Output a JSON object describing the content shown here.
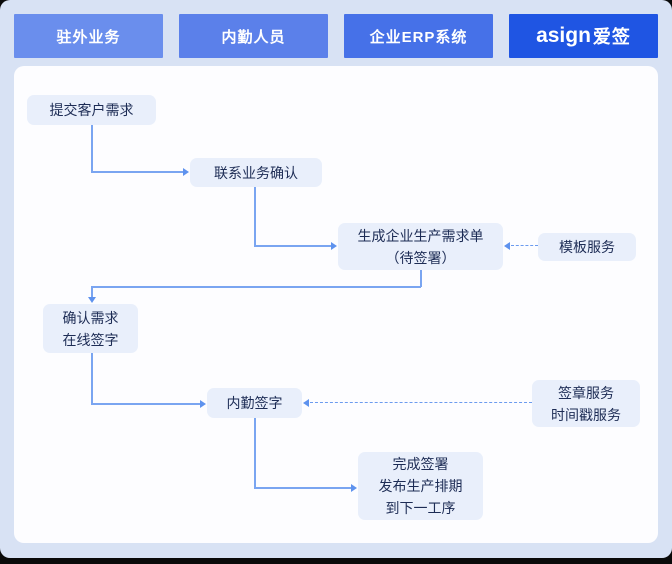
{
  "header": {
    "lanes": [
      {
        "id": "field-business",
        "label": "驻外业务",
        "color": "#6a8eed"
      },
      {
        "id": "internal-staff",
        "label": "内勤人员",
        "color": "#5b80ea"
      },
      {
        "id": "erp-system",
        "label": "企业ERP系统",
        "color": "#4671e8"
      },
      {
        "id": "asign",
        "label": "asign爱签",
        "logo_latin": "asign",
        "logo_cn": "爱签",
        "color": "#1f55e3"
      }
    ]
  },
  "flow": {
    "nodes": [
      {
        "id": "submit-customer-request",
        "lines": [
          "提交客户需求"
        ]
      },
      {
        "id": "contact-business-confirm",
        "lines": [
          "联系业务确认"
        ]
      },
      {
        "id": "generate-production-order",
        "lines": [
          "生成企业生产需求单",
          "（待签署）"
        ]
      },
      {
        "id": "template-service",
        "lines": [
          "模板服务"
        ]
      },
      {
        "id": "confirm-request-online-sign",
        "lines": [
          "确认需求",
          "在线签字"
        ]
      },
      {
        "id": "internal-staff-sign",
        "lines": [
          "内勤签字"
        ]
      },
      {
        "id": "seal-timestamp-service",
        "lines": [
          "签章服务",
          "时间戳服务"
        ]
      },
      {
        "id": "complete-sign-schedule",
        "lines": [
          "完成签署",
          "发布生产排期",
          "到下一工序"
        ]
      }
    ],
    "edges": [
      {
        "from": "submit-customer-request",
        "to": "contact-business-confirm",
        "style": "solid"
      },
      {
        "from": "contact-business-confirm",
        "to": "generate-production-order",
        "style": "solid"
      },
      {
        "from": "generate-production-order",
        "to": "confirm-request-online-sign",
        "style": "solid"
      },
      {
        "from": "confirm-request-online-sign",
        "to": "internal-staff-sign",
        "style": "solid"
      },
      {
        "from": "internal-staff-sign",
        "to": "complete-sign-schedule",
        "style": "solid"
      },
      {
        "from": "template-service",
        "to": "generate-production-order",
        "style": "dashed"
      },
      {
        "from": "seal-timestamp-service",
        "to": "internal-staff-sign",
        "style": "dashed"
      }
    ]
  },
  "colors": {
    "canvas_bg": "#d8e2f4",
    "panel_bg": "#fdfdff",
    "node_bg": "#e9effb",
    "node_text": "#1d2c55",
    "connector_solid": "#7aa5f1",
    "connector_dashed": "#6b9bef",
    "header_text": "#ffffff"
  }
}
